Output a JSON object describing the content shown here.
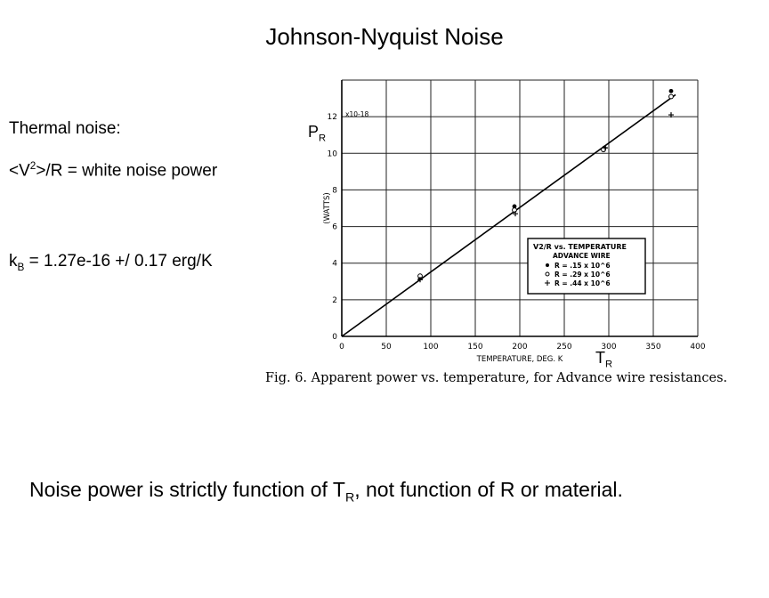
{
  "slide": {
    "title": "Johnson-Nyquist Noise",
    "thermal_label": "Thermal noise:",
    "formula": {
      "open": "<V",
      "power": "2",
      "rest": ">/R = white noise power"
    },
    "kb": {
      "k": "k",
      "sub": "B",
      "text": " = 1.27e-16 +/ 0.17 erg/K"
    },
    "annotations": {
      "pr_main": "P",
      "pr_sub": "R",
      "tr_main": "T",
      "tr_sub": "R"
    },
    "conclusion": {
      "before": "Noise power is strictly function of T",
      "sub": "R",
      "after": ", not function of R or material."
    }
  },
  "chart_data": {
    "type": "scatter",
    "caption": "Fig. 6.  Apparent power vs. temperature, for Advance wire resistances.",
    "xlabel": "TEMPERATURE, DEG. K",
    "ylabel": "(WATTS)",
    "y_multiplier": "x10-18",
    "xlim": [
      0,
      400
    ],
    "ylim": [
      0,
      14
    ],
    "xticks": [
      0,
      50,
      100,
      150,
      200,
      250,
      300,
      350,
      400
    ],
    "yticks": [
      0,
      2,
      4,
      6,
      8,
      10,
      12
    ],
    "grid": true,
    "legend": {
      "title": "V2/R vs. TEMPERATURE",
      "subtitle": "ADVANCE WIRE",
      "placement": "center-right",
      "entries": [
        "R = .15 x 10^6",
        "R = .29 x 10^6",
        "R = .44 x 10^6"
      ]
    },
    "series": [
      {
        "name": "R = .15 x 10^6",
        "marker": "dot",
        "x": [
          88,
          194,
          295,
          370
        ],
        "y": [
          3.2,
          7.1,
          10.3,
          13.4
        ]
      },
      {
        "name": "R = .29 x 10^6",
        "marker": "circle",
        "x": [
          88,
          194,
          294,
          370
        ],
        "y": [
          3.3,
          6.9,
          10.2,
          13.1
        ]
      },
      {
        "name": "R = .44 x 10^6",
        "marker": "plus",
        "x": [
          88,
          195,
          296,
          370
        ],
        "y": [
          3.1,
          6.7,
          10.3,
          12.1
        ]
      }
    ],
    "fit_line": {
      "x": [
        0,
        375
      ],
      "y": [
        0,
        13.2
      ]
    }
  }
}
